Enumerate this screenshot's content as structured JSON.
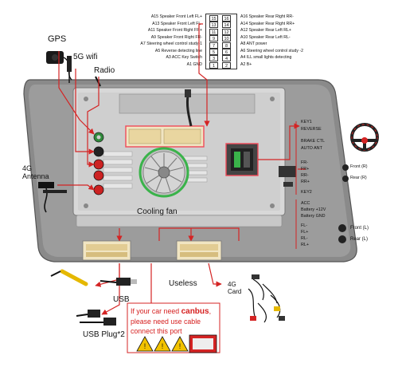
{
  "pinout": {
    "left": [
      "A15 Speaker Front Left FL+",
      "A13 Speaker Front Left FL-",
      "A11 Speaker Front Right FR+",
      "A9 Speaker Front Right FR-",
      "A7 Steering wheel control study-1",
      "A5 Reverse detecting line",
      "A3 ACC Key Switch",
      "A1 GND"
    ],
    "right": [
      "A16 Speaker Rear Right RR-",
      "A14 Speaker Rear Right RR+",
      "A12 Speaker Rear Left RL+",
      "A10 Speaker Rear Left RL-",
      "A8 ANT power",
      "A6 Steering wheel control study -2",
      "A4 ILL small lights detecting",
      "A2 B+"
    ],
    "numbers_left": [
      "15",
      "13",
      "11",
      "9",
      "7",
      "5",
      "3",
      "1"
    ],
    "numbers_right": [
      "16",
      "14",
      "12",
      "10",
      "8",
      "6",
      "4",
      "2"
    ]
  },
  "labels": {
    "gps": "GPS",
    "wifi": "5G wifi",
    "radio": "Radio",
    "antenna": "4G\nAntenna",
    "cooling_fan": "Cooling fan",
    "usb": "USB",
    "usb_plug": "USB Plug*2",
    "useless": "Useless",
    "card": "4G\nCard"
  },
  "right_wires": {
    "top": [
      "KEY1",
      "REVERSE",
      "BRAKE CTL",
      "AUTO ANT"
    ],
    "front_pins": [
      "FR-",
      "FR+",
      "RR-",
      "RR+"
    ],
    "front_right": "Front (R)",
    "rear_right": "Rear (R)",
    "key2": "KEY2",
    "power": [
      "ACC",
      "Battery +12V",
      "Battery GND"
    ],
    "left_pins": [
      "FL-",
      "FL+",
      "RL-",
      "RL+"
    ],
    "front_left": "Front (L)",
    "rear_left": "Rear (L)"
  },
  "warning": {
    "line1_prefix": "If your car need ",
    "line1_bold": "canbus",
    "line1_suffix": ",",
    "line2": "please need use cable",
    "line3": "connect this port"
  },
  "colors": {
    "arrow_red": "#d42424",
    "fan_green": "#3ab34a",
    "highlight_pink": "#f04a5a"
  }
}
